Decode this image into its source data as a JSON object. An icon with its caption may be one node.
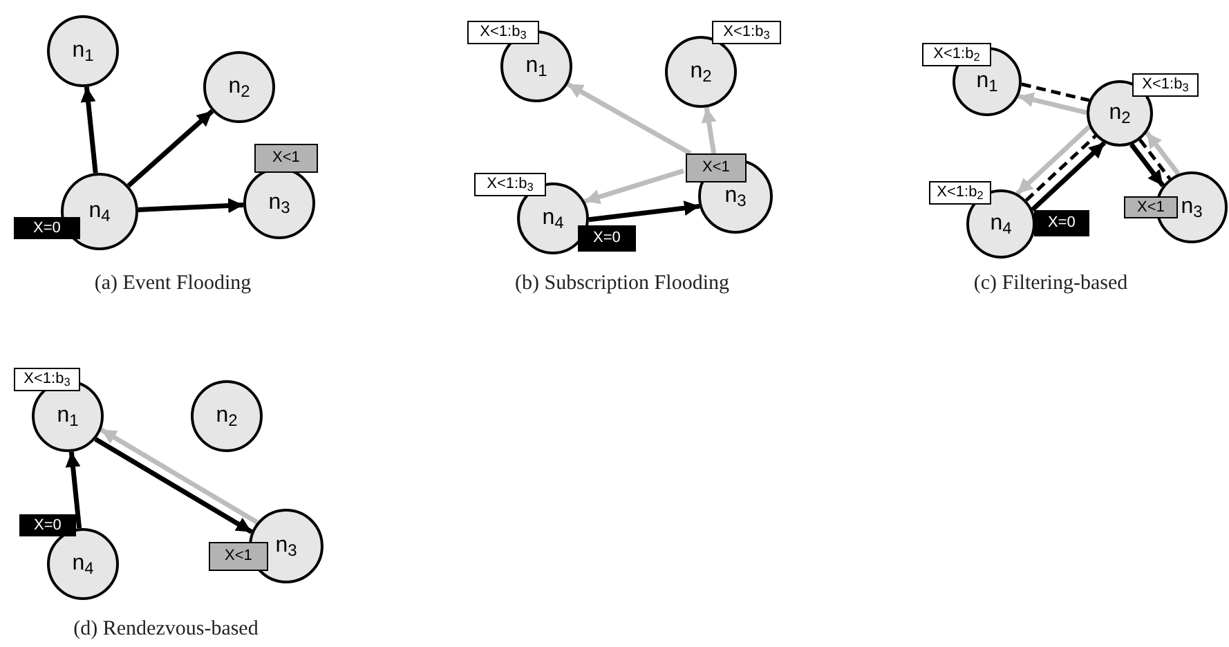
{
  "diagram": {
    "nodes": [
      {
        "text": [
          "n$_{1}$"
        ]
      },
      {
        "text": [
          "n$_{2}$"
        ]
      },
      {
        "text": [
          "X<1"
        ]
      },
      {
        "text": [
          "n$_{3}$"
        ]
      },
      {
        "text": [
          "n$_{4}$"
        ]
      },
      {
        "text": [
          "X=0"
        ]
      },
      {
        "text": [
          "X<1:b$_{3}$"
        ]
      },
      {
        "text": [
          "n$_{1}$"
        ]
      },
      {
        "text": [
          "X<1:b$_{3}$"
        ]
      },
      {
        "text": [
          "n$_{2}$"
        ]
      },
      {
        "text": [
          "X<1"
        ]
      },
      {
        "text": [
          "X<1:b$_{3}$"
        ]
      },
      {
        "text": [
          "n$_{3}$"
        ]
      },
      {
        "text": [
          "n$_{4}$"
        ]
      },
      {
        "text": [
          "X=0"
        ]
      },
      {
        "text": [
          "X<1:b$_{2}$"
        ]
      },
      {
        "text": [
          "n$_{1}$"
        ]
      },
      {
        "text": [
          "X<1:b$_{3}$"
        ]
      },
      {
        "text": [
          "n$_{2}$"
        ]
      },
      {
        "text": [
          "X<1:b$_{2}$"
        ]
      },
      {
        "text": [
          "X<1"
        ]
      },
      {
        "text": [
          "n$_{3}$"
        ]
      },
      {
        "text": [
          "n$_{4}$"
        ]
      },
      {
        "text": [
          "X=0"
        ]
      },
      {
        "text": [
          "X<1:b$_{3}$"
        ]
      },
      {
        "text": [
          "n$_{1}$"
        ]
      },
      {
        "text": [
          "n$_{2}$"
        ]
      },
      {
        "text": [
          "X=0"
        ]
      },
      {
        "text": [
          "X<1"
        ]
      },
      {
        "text": [
          "n$_{3}$"
        ]
      },
      {
        "text": [
          "n$_{4}$"
        ]
      }
    ],
    "edges": [
      {
        "from": 4,
        "to": 0,
        "arrow": "to"
      },
      {
        "from": 4,
        "to": 1,
        "arrow": "to"
      },
      {
        "from": 4,
        "to": 3,
        "arrow": "to"
      },
      {
        "from": 10,
        "to": 7,
        "arrow": "to",
        "color": "#bdbdbd"
      },
      {
        "from": 10,
        "to": 9,
        "arrow": "to",
        "color": "#bdbdbd"
      },
      {
        "from": 10,
        "to": 13,
        "arrow": "to",
        "color": "#bdbdbd"
      },
      {
        "from": 13,
        "to": 12,
        "arrow": "to"
      },
      {
        "from": 16,
        "to": 18,
        "arrow": "none",
        "style": "dashed"
      },
      {
        "from": 18,
        "to": 16,
        "arrow": "to",
        "color": "#bdbdbd"
      },
      {
        "from": 18,
        "to": 22,
        "arrow": "to",
        "color": "#bdbdbd"
      },
      {
        "from": 22,
        "to": 18,
        "arrow": "none",
        "style": "dashed"
      },
      {
        "from": 22,
        "to": 18,
        "arrow": "to"
      },
      {
        "from": 18,
        "to": 21,
        "arrow": "to"
      },
      {
        "from": 18,
        "to": 21,
        "arrow": "none",
        "style": "dashed"
      },
      {
        "from": 21,
        "to": 18,
        "arrow": "to",
        "color": "#bdbdbd"
      },
      {
        "from": 30,
        "to": 25,
        "arrow": "to"
      },
      {
        "from": 25,
        "to": 29,
        "arrow": "to"
      },
      {
        "from": 29,
        "to": 25,
        "arrow": "to",
        "color": "#bdbdbd"
      }
    ],
    "labels": [
      "(a) Event Flooding",
      "(b) Subscription Flooding",
      "(c) Filtering-based",
      "(d) Rendezvous-based"
    ]
  }
}
